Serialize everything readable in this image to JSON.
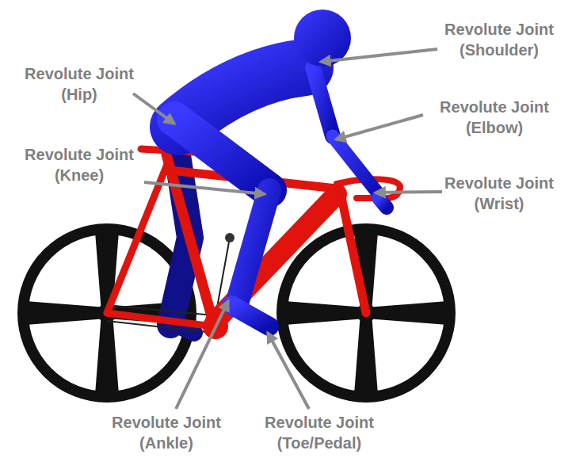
{
  "diagram": {
    "labels": [
      "Revolute Joint (Shoulder)",
      "Revolute Joint (Hip)",
      "Revolute Joint (Elbow)",
      "Revolute Joint (Knee)",
      "Revolute Joint (Wrist)",
      "Revolute Joint (Ankle)",
      "Revolute Joint (Toe/Pedal)"
    ]
  }
}
